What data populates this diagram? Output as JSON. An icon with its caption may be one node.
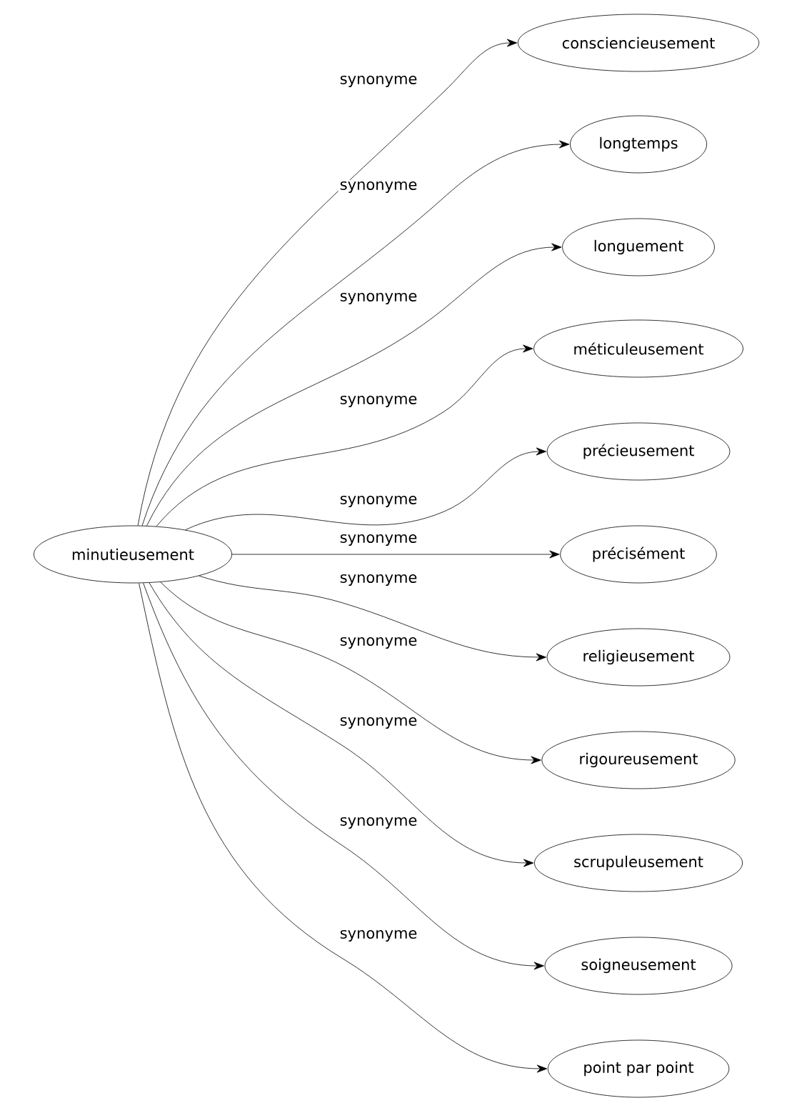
{
  "diagram": {
    "nodes": [
      {
        "text": [
          "minutieusement"
        ]
      },
      {
        "text": [
          "consciencieusement"
        ]
      },
      {
        "text": [
          "longtemps"
        ]
      },
      {
        "text": [
          "longuement"
        ]
      },
      {
        "text": [
          "méticuleusement"
        ]
      },
      {
        "text": [
          "précieusement"
        ]
      },
      {
        "text": [
          "précisément"
        ]
      },
      {
        "text": [
          "religieusement"
        ]
      },
      {
        "text": [
          "rigoureusement"
        ]
      },
      {
        "text": [
          "scrupuleusement"
        ]
      },
      {
        "text": [
          "soigneusement"
        ]
      },
      {
        "text": [
          "point par point"
        ]
      }
    ],
    "edges": [
      {
        "from": 0,
        "to": 1,
        "arrow": "to",
        "label": "synonyme"
      },
      {
        "from": 0,
        "to": 2,
        "arrow": "to",
        "label": "synonyme"
      },
      {
        "from": 0,
        "to": 3,
        "arrow": "to",
        "label": "synonyme"
      },
      {
        "from": 0,
        "to": 4,
        "arrow": "to",
        "label": "synonyme"
      },
      {
        "from": 0,
        "to": 5,
        "arrow": "to",
        "label": "synonyme"
      },
      {
        "from": 0,
        "to": 6,
        "arrow": "to",
        "label": "synonyme"
      },
      {
        "from": 0,
        "to": 7,
        "arrow": "to",
        "label": "synonyme"
      },
      {
        "from": 0,
        "to": 8,
        "arrow": "to",
        "label": "synonyme"
      },
      {
        "from": 0,
        "to": 9,
        "arrow": "to",
        "label": "synonyme"
      },
      {
        "from": 0,
        "to": 10,
        "arrow": "to",
        "label": "synonyme"
      },
      {
        "from": 0,
        "to": 11,
        "arrow": "to",
        "label": "synonyme"
      }
    ]
  }
}
